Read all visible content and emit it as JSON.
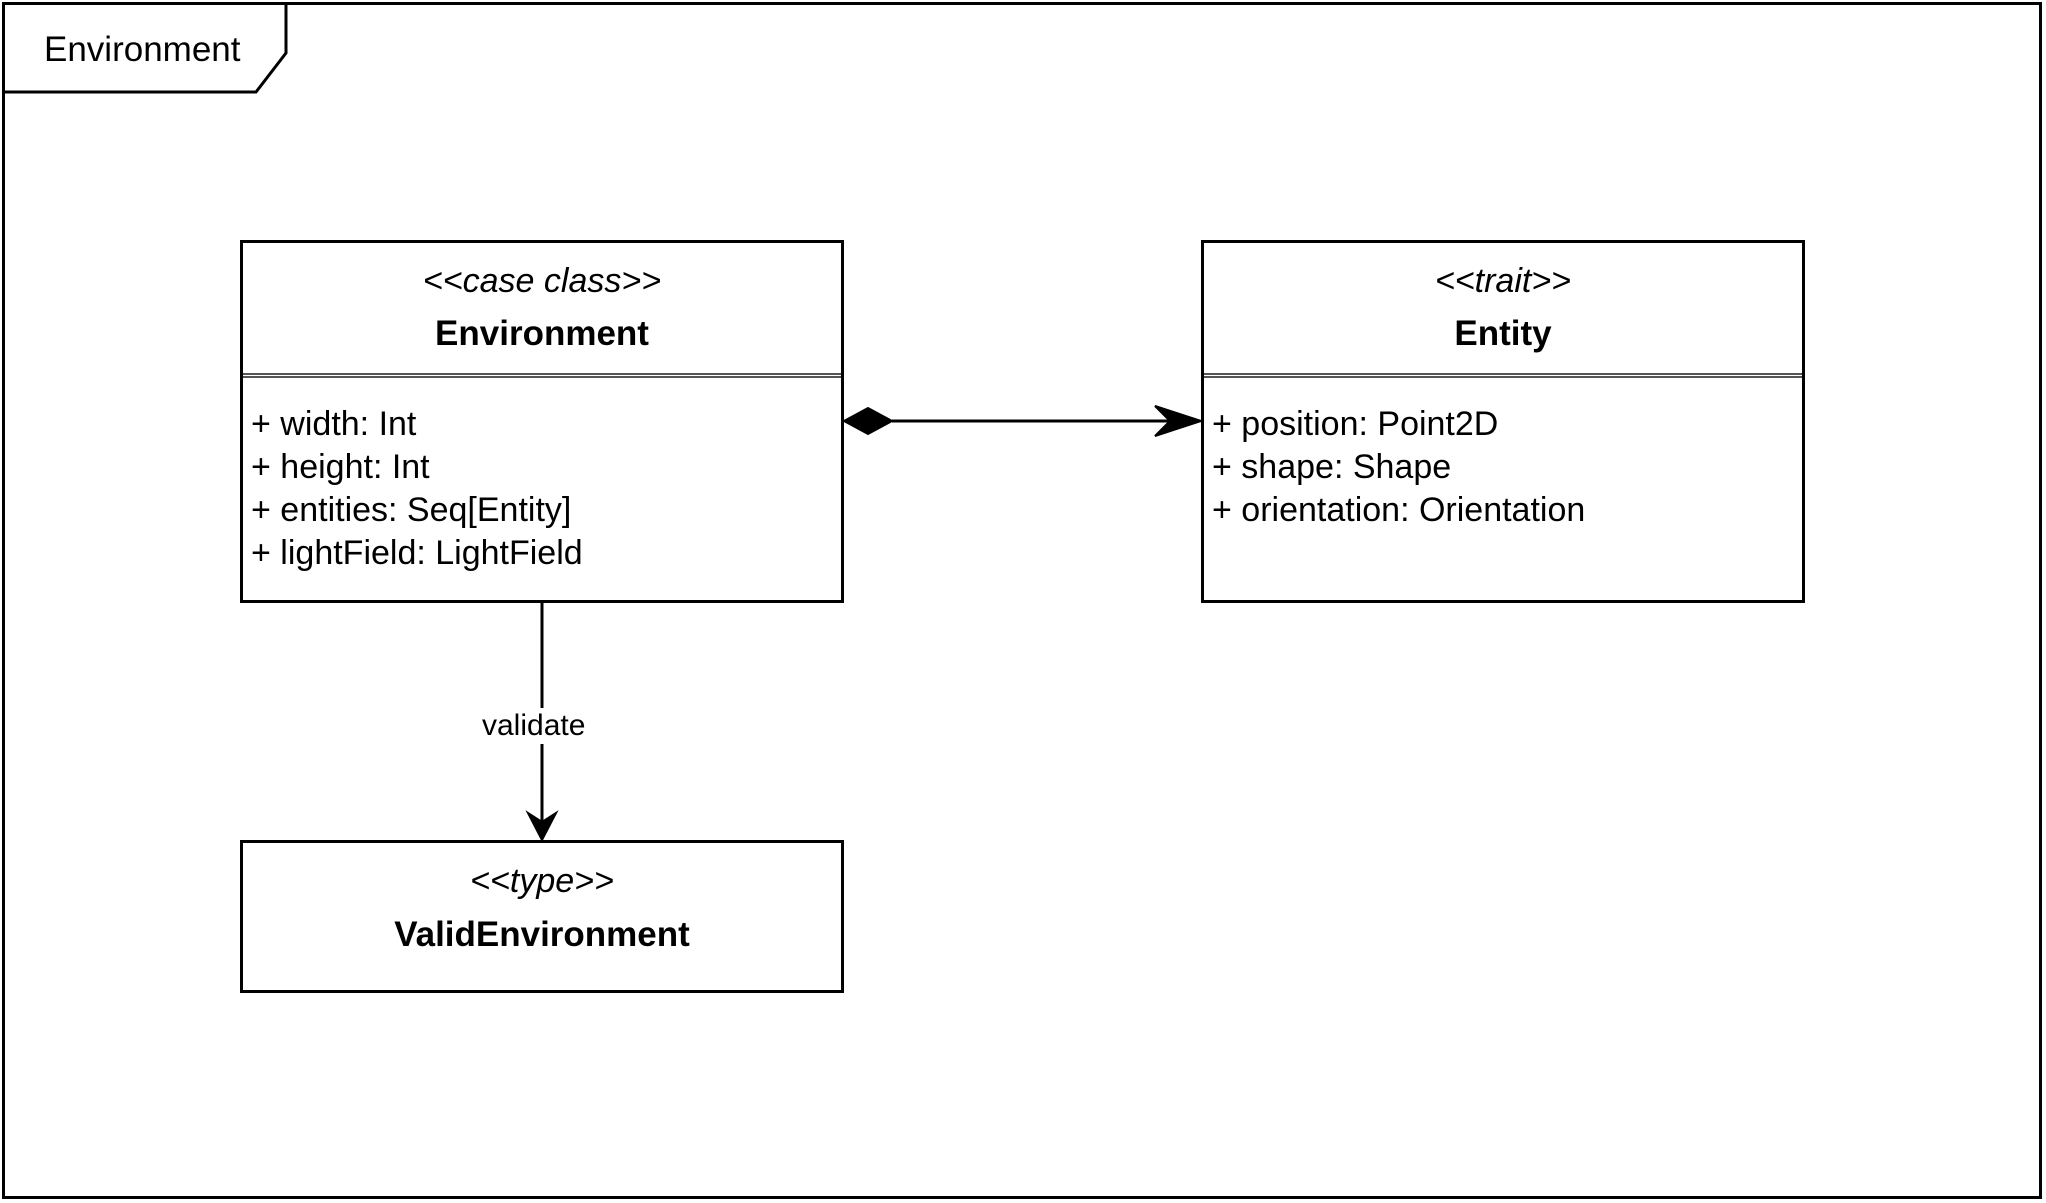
{
  "frame": {
    "title": "Environment"
  },
  "classes": {
    "environment": {
      "stereotype": "<<case class>>",
      "name": "Environment",
      "attributes": [
        "+ width: Int",
        "+ height: Int",
        "+ entities: Seq[Entity]",
        "+ lightField: LightField"
      ]
    },
    "entity": {
      "stereotype": "<<trait>>",
      "name": "Entity",
      "attributes": [
        "+ position: Point2D",
        "+ shape: Shape",
        "+ orientation: Orientation"
      ]
    },
    "valid_environment": {
      "stereotype": "<<type>>",
      "name": "ValidEnvironment"
    }
  },
  "relations": {
    "composition": {
      "from": "Environment",
      "to": "Entity",
      "kind": "composition"
    },
    "validate": {
      "from": "Environment",
      "to": "ValidEnvironment",
      "label": "validate"
    }
  }
}
